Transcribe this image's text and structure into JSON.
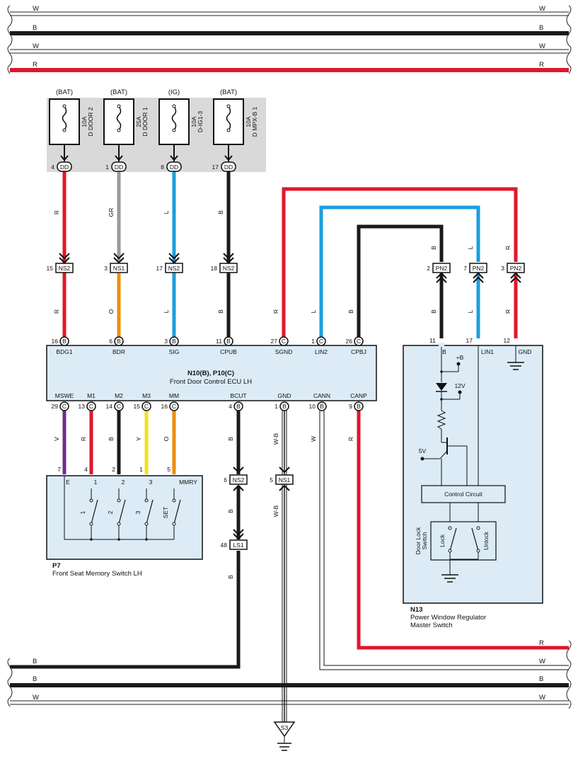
{
  "colors": {
    "red": "#e0172b",
    "black": "#1a1a1a",
    "blue": "#1b9ee0",
    "gray": "#9a9a9a",
    "orange": "#f08c0e",
    "purple": "#6e2c8c",
    "yellow": "#f7e018",
    "module_fill": "#dcebf6",
    "fuse_bg": "#d9d9d9"
  },
  "bus_top": [
    {
      "code": "W",
      "color": "white"
    },
    {
      "code": "B",
      "color": "black"
    },
    {
      "code": "W",
      "color": "white"
    },
    {
      "code": "R",
      "color": "red"
    }
  ],
  "bus_bottom": [
    {
      "code": "B",
      "color": "black"
    },
    {
      "code": "B",
      "color": "black"
    },
    {
      "code": "W",
      "color": "white"
    }
  ],
  "fuses": [
    {
      "source": "(BAT)",
      "rating": "10A",
      "name": "D DOOR 2",
      "pin": "4",
      "conn": "DD"
    },
    {
      "source": "(BAT)",
      "rating": "25A",
      "name": "D DOOR 1",
      "pin": "1",
      "conn": "DD"
    },
    {
      "source": "(IG)",
      "rating": "10A",
      "name": "D-IG1-3",
      "pin": "8",
      "conn": "DD"
    },
    {
      "source": "(BAT)",
      "rating": "10A",
      "name": "D MPX-B 1",
      "pin": "17",
      "conn": "DD"
    }
  ],
  "junctions_upper": [
    {
      "pin": "15",
      "conn": "NS2",
      "wire_above": "R",
      "wire_below": "R"
    },
    {
      "pin": "3",
      "conn": "NS1",
      "wire_above": "GR",
      "wire_below": "O"
    },
    {
      "pin": "17",
      "conn": "NS2",
      "wire_above": "L",
      "wire_below": "L"
    },
    {
      "pin": "18",
      "conn": "NS2",
      "wire_above": "B",
      "wire_below": "B"
    }
  ],
  "pn2_junctions": [
    {
      "pin": "2",
      "conn": "PN2",
      "wire_above": "B",
      "wire_below": "B"
    },
    {
      "pin": "7",
      "conn": "PN2",
      "wire_above": "L",
      "wire_below": "L"
    },
    {
      "pin": "3",
      "conn": "PN2",
      "wire_above": "R",
      "wire_below": "R"
    }
  ],
  "ecu": {
    "title": "N10(B), P10(C)",
    "subtitle": "Front Door Control ECU LH",
    "top_pins": [
      {
        "num": "16",
        "conn": "B",
        "name": "BDG1"
      },
      {
        "num": "6",
        "conn": "B",
        "name": "BDR"
      },
      {
        "num": "3",
        "conn": "B",
        "name": "SIG"
      },
      {
        "num": "11",
        "conn": "B",
        "name": "CPUB"
      },
      {
        "num": "27",
        "conn": "C",
        "name": "SGND",
        "wire": "R"
      },
      {
        "num": "1",
        "conn": "C",
        "name": "LIN2",
        "wire": "L"
      },
      {
        "num": "26",
        "conn": "C",
        "name": "CPBJ",
        "wire": "B"
      }
    ],
    "bottom_pins": [
      {
        "num": "29",
        "conn": "C",
        "name": "MSWE",
        "wire": "V"
      },
      {
        "num": "13",
        "conn": "C",
        "name": "M1",
        "wire": "R"
      },
      {
        "num": "14",
        "conn": "C",
        "name": "M2",
        "wire": "B"
      },
      {
        "num": "15",
        "conn": "C",
        "name": "M3",
        "wire": "Y"
      },
      {
        "num": "16",
        "conn": "C",
        "name": "MM",
        "wire": "O"
      },
      {
        "num": "4",
        "conn": "B",
        "name": "BCUT",
        "wire": "B"
      },
      {
        "num": "1",
        "conn": "B",
        "name": "GND",
        "wire": "W-B"
      },
      {
        "num": "10",
        "conn": "B",
        "name": "CANN",
        "wire": "W"
      },
      {
        "num": "9",
        "conn": "B",
        "name": "CANP",
        "wire": "R"
      }
    ]
  },
  "seat_switch": {
    "code": "P7",
    "name": "Front Seat Memory Switch LH",
    "pins": [
      {
        "num": "7",
        "name": "E"
      },
      {
        "num": "4",
        "name": "1"
      },
      {
        "num": "2",
        "name": "2"
      },
      {
        "num": "1",
        "name": "3"
      },
      {
        "num": "5",
        "name": "MMRY"
      }
    ],
    "switches": [
      "1",
      "2",
      "3",
      "SET"
    ]
  },
  "lower_junctions": [
    {
      "pin": "6",
      "conn": "NS2",
      "wire_below": "B"
    },
    {
      "pin": "48",
      "conn": "LS1",
      "wire_below": "B"
    },
    {
      "pin": "5",
      "conn": "NS1",
      "wire_below": "W-B"
    }
  ],
  "ground": {
    "label": "S3"
  },
  "master_switch": {
    "code": "N13",
    "name_line1": "Power Window Regulator",
    "name_line2": "Master Switch",
    "pins": [
      {
        "num": "11",
        "name": "B"
      },
      {
        "num": "17",
        "name": "LIN1"
      },
      {
        "num": "12",
        "name": "GND"
      }
    ],
    "plus_b": "+B",
    "v12": "12V",
    "v5": "5V",
    "control_circuit": "Control Circuit",
    "door_lock_switch_1": "Door Lock",
    "door_lock_switch_2": "Switch",
    "lock": "Lock",
    "unlock": "Unlock"
  },
  "right_exit_wires": [
    {
      "code": "R"
    },
    {
      "code": "W"
    }
  ]
}
